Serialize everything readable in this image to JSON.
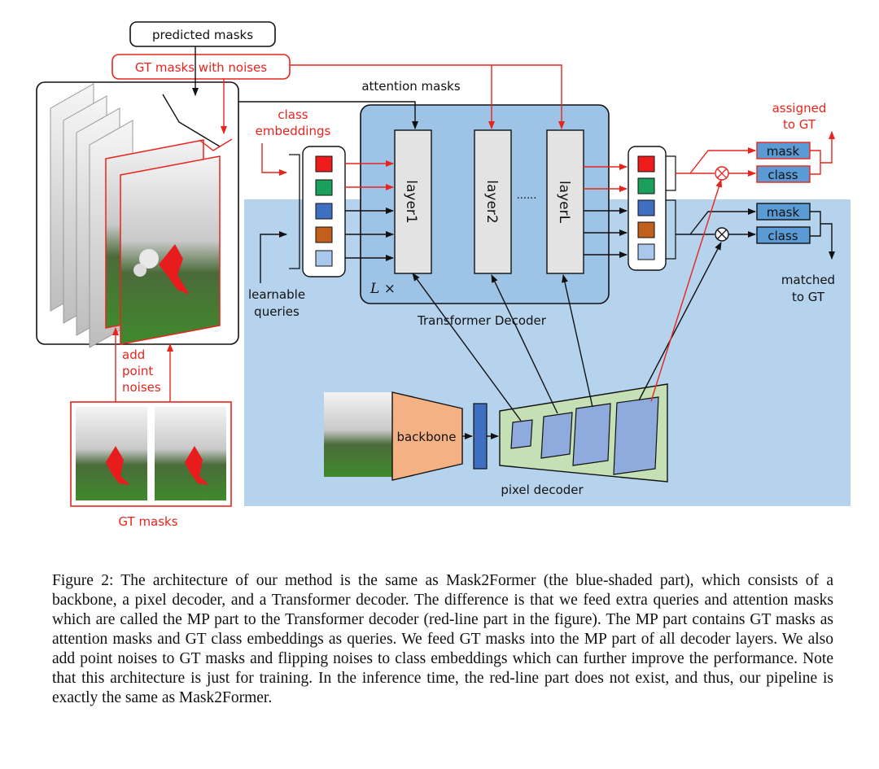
{
  "labels": {
    "predicted_masks": "predicted masks",
    "gt_masks_with_noises": "GT masks  with noises",
    "attention_masks": "attention masks",
    "class_embeddings_1": "class",
    "class_embeddings_2": "embeddings",
    "learnable_1": "learnable",
    "learnable_2": "queries",
    "add_noise_1": "add",
    "add_noise_2": "point",
    "add_noise_3": "noises",
    "gt_masks": "GT masks",
    "layer1": "layer1",
    "layer2": "layer2",
    "layerL": "layerL",
    "dots": "......",
    "l_times": "L ×",
    "transformer_decoder": "Transformer Decoder",
    "backbone": "backbone",
    "pixel_decoder": "pixel decoder",
    "assigned_1": "assigned",
    "assigned_2": "to GT",
    "matched_1": "matched",
    "matched_2": "to GT",
    "out_mask_top": "mask",
    "out_class_top": "class",
    "out_mask_bottom": "mask",
    "out_class_bottom": "class"
  },
  "query_colors": [
    "#ee1c1c",
    "#1aa05a",
    "#3f6fc0",
    "#c0601c",
    "#a9c8ec"
  ],
  "colors": {
    "red": "#e8241c",
    "blue_region": "#b6d3ee",
    "transformer_box": "#9dc3e6",
    "layer_fill": "#e3e3e3",
    "backbone_fill": "#f4b183",
    "pixel_decoder_fill": "#c5e0b4",
    "feature_fill": "#8faadc",
    "out_box_fill": "#5b9bd5"
  },
  "caption": {
    "figure_label": "Figure 2:",
    "text": "The architecture of our method is the same as Mask2Former (the blue-shaded part), which consists of a backbone, a pixel decoder, and a Transformer decoder. The difference is that we feed extra queries and attention masks which are called the MP part to the Transformer decoder (red-line part in the figure). The MP part contains GT masks as attention masks and GT class embeddings as queries. We feed GT masks into the MP part of all decoder layers. We also add point noises to GT masks and flipping noises to class embeddings which can further improve the performance. Note that this architecture is just for training. In the inference time, the red-line part does not exist, and thus, our pipeline is exactly the same as Mask2Former."
  }
}
